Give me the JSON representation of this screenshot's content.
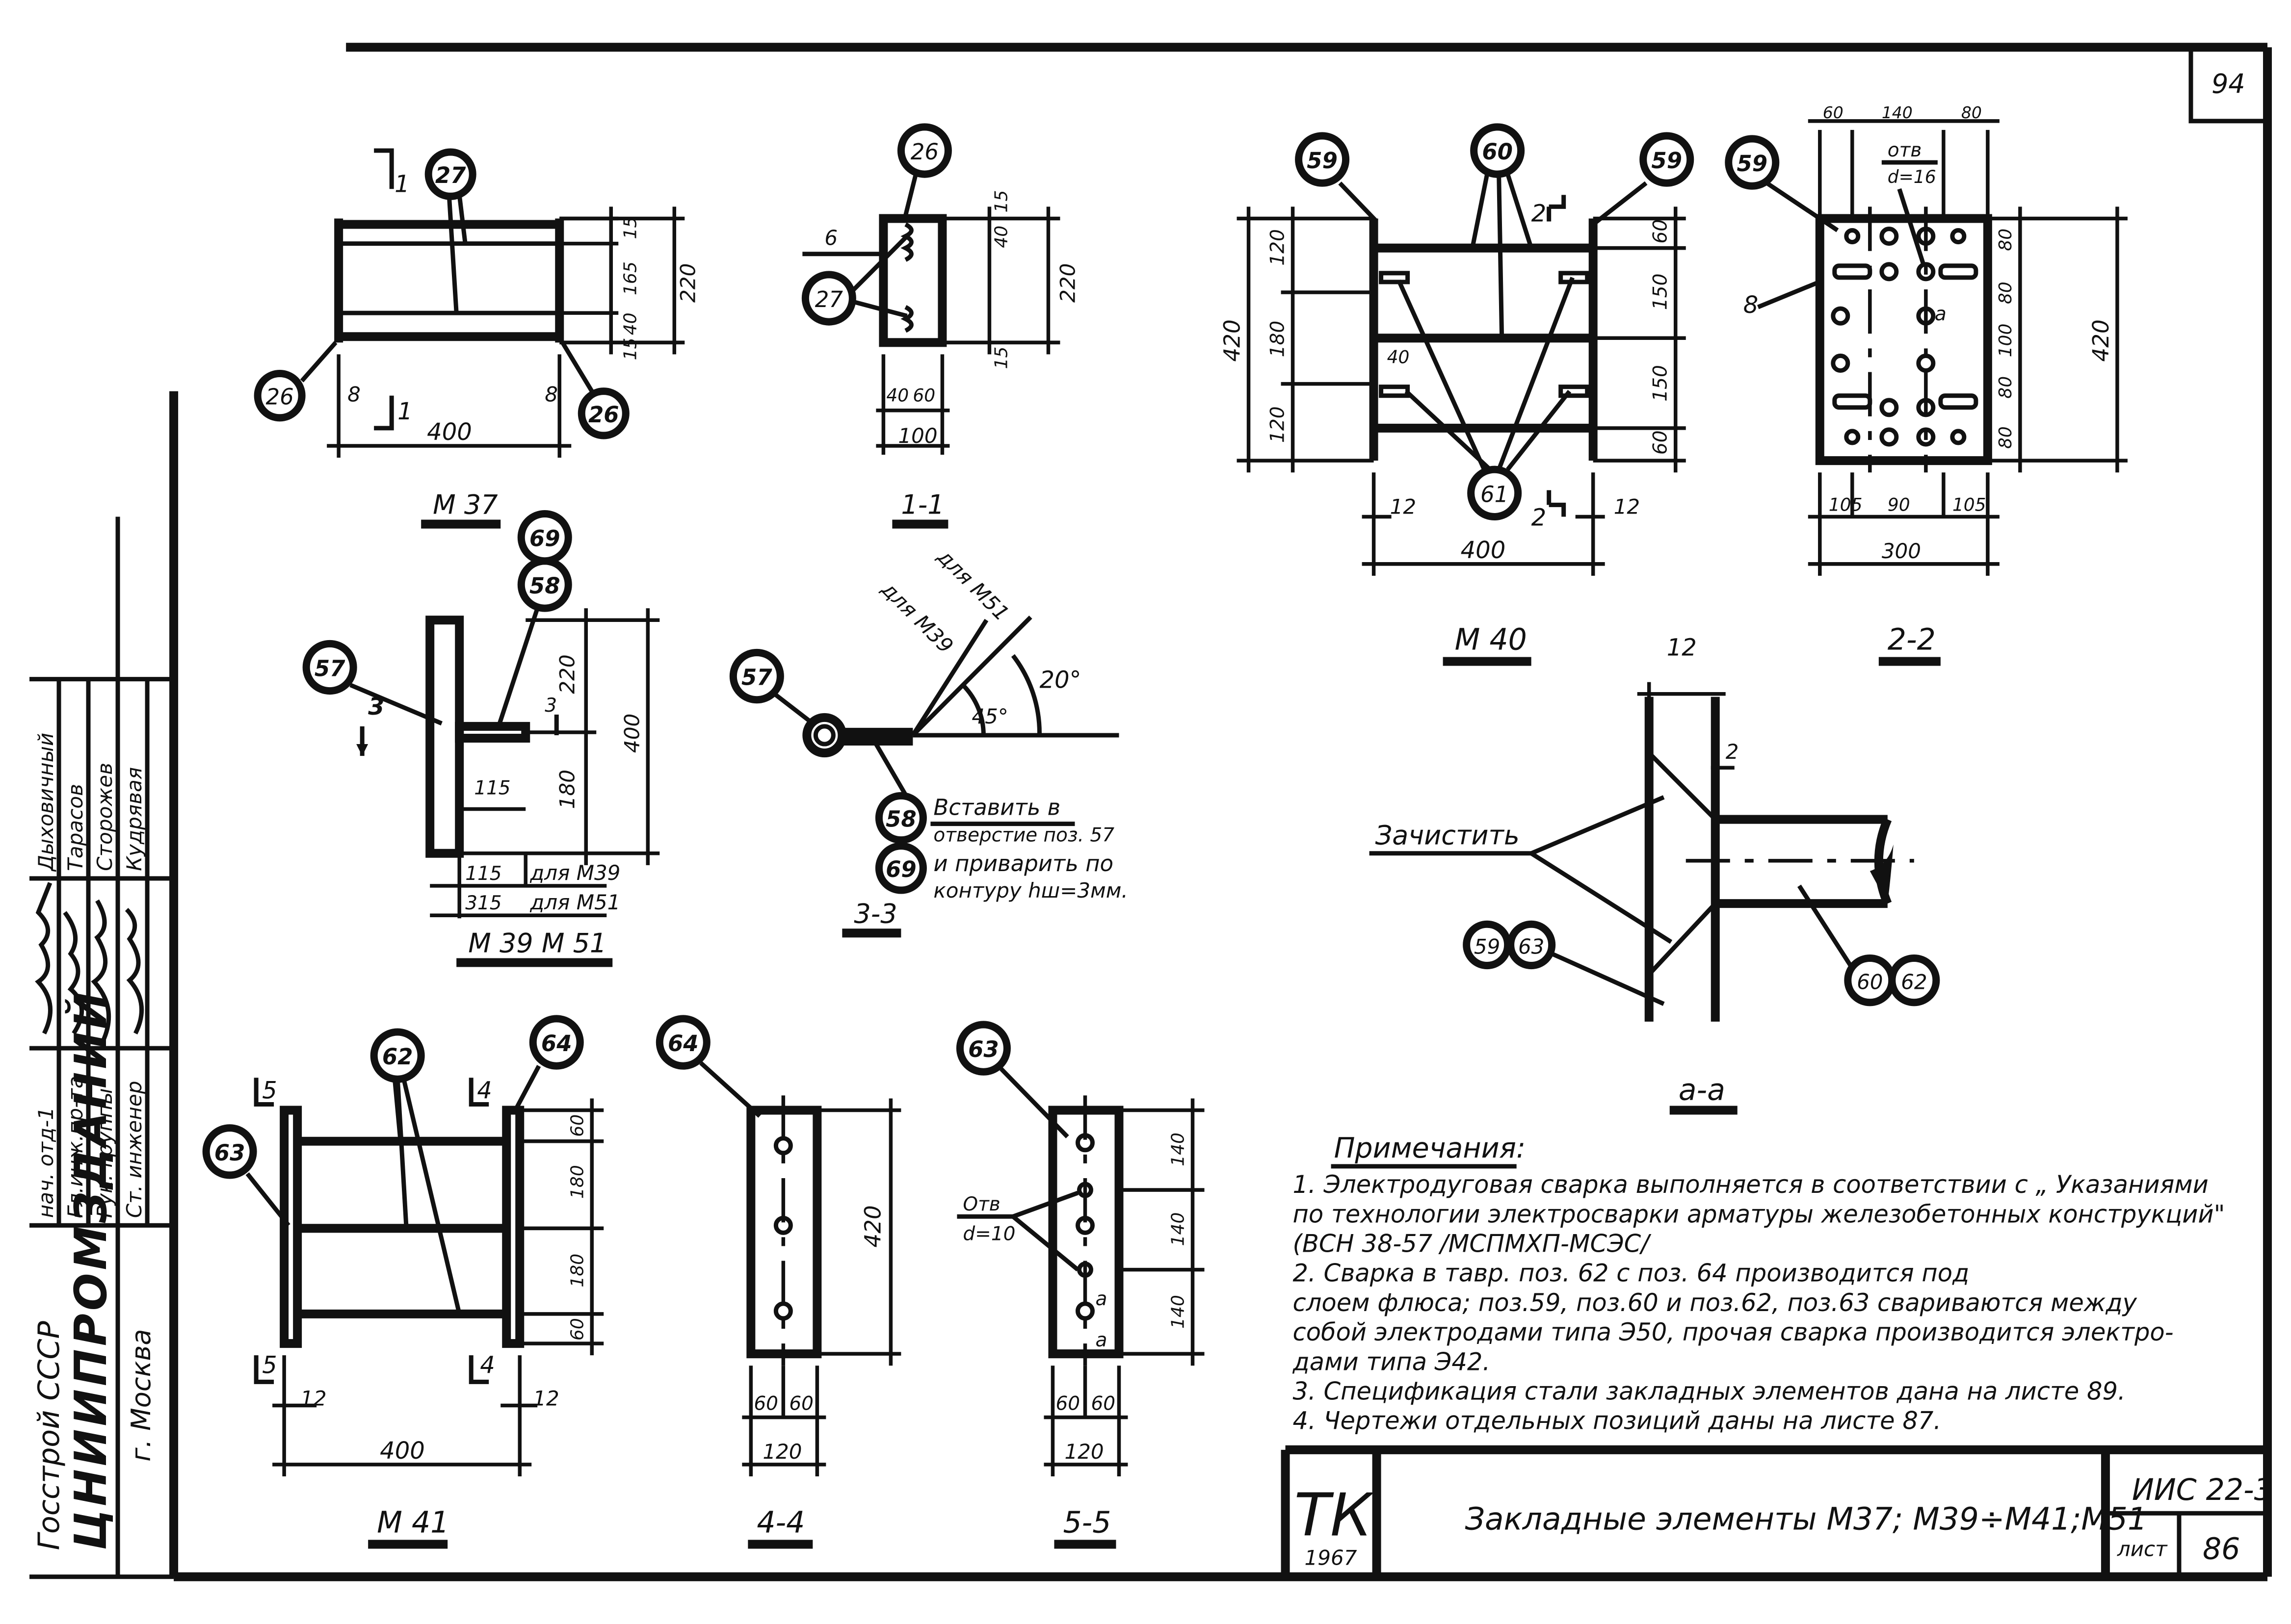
{
  "sheet": {
    "page_number": "94"
  },
  "side_stamp": {
    "org_line1": "Госстрой СССР",
    "org_line2": "ЦНИИПРОМЗДАНИЙ",
    "org_line3": "г. Москва",
    "roles": [
      "нач. отд-1",
      "Гл.инж.пр-та",
      "Рук. группы",
      "Ст. инженер"
    ],
    "names": [
      "Дыховичный",
      "Тарасов",
      "Сторожев",
      "Кудрявая"
    ]
  },
  "views": {
    "m37_plan": {
      "dims": [
        "15",
        "165",
        "40",
        "15",
        "220",
        "400"
      ],
      "callouts": [
        "27",
        "26",
        "26"
      ],
      "markers": [
        "1",
        "1",
        "8",
        "8"
      ]
    },
    "section_1_1": {
      "dims": [
        "15",
        "40",
        "15",
        "220",
        "40",
        "60",
        "100"
      ],
      "callouts": [
        "26",
        "27"
      ],
      "marker": "6",
      "title": "1-1"
    },
    "m37_title": "М 37",
    "m39_m51": {
      "dims": [
        "220",
        "180",
        "400",
        "115",
        "115",
        "315"
      ],
      "callouts": [
        "57",
        "58",
        "69"
      ],
      "markers": [
        "3",
        "3"
      ],
      "rows": [
        "для М39",
        "для М51"
      ],
      "title": "М 39  М 51"
    },
    "section_3_3": {
      "labels": [
        "для М51",
        "для М39"
      ],
      "angles": [
        "45°",
        "20°"
      ],
      "callouts": [
        "57",
        "58",
        "69"
      ],
      "note_lines": [
        "Вставить в",
        "отверстие поз. 57",
        "и приварить по",
        "контуру  hш=3мм."
      ],
      "title": "3-3"
    },
    "m40": {
      "dims_left": [
        "120",
        "180",
        "120",
        "420"
      ],
      "dims_right": [
        "60",
        "150",
        "150",
        "60"
      ],
      "dims_bottom": [
        "12",
        "12",
        "400"
      ],
      "inner": "40",
      "callouts": [
        "59",
        "60",
        "59",
        "61"
      ],
      "markers": [
        "2",
        "2"
      ],
      "title": "М 40"
    },
    "section_2_2": {
      "dims_top": [
        "60",
        "140",
        "80"
      ],
      "hole_label": [
        "отв",
        "d=16"
      ],
      "dims_right": [
        "80",
        "80",
        "100",
        "80",
        "80"
      ],
      "dim_height": "420",
      "dims_bottom": [
        "105",
        "90",
        "105"
      ],
      "dim_width": "300",
      "marker": "8",
      "callout": "59",
      "hole_letter": "a",
      "title": "2-2"
    },
    "section_a_a": {
      "dim_top": "12",
      "dim_small": "2",
      "clean_label": "Зачистить",
      "callouts_left": [
        "59",
        "63"
      ],
      "callouts_right": [
        "60",
        "62"
      ],
      "title": "а-а"
    },
    "m41": {
      "dims_right": [
        "60",
        "180",
        "180",
        "60"
      ],
      "dims_bottom": [
        "12",
        "12",
        "400"
      ],
      "callouts": [
        "62",
        "64",
        "63"
      ],
      "markers": [
        "5",
        "4",
        "5",
        "4"
      ],
      "title": "М 41"
    },
    "section_4_4": {
      "dim": "420",
      "dims_bottom": [
        "60",
        "60",
        "120"
      ],
      "callout": "64",
      "title": "4-4"
    },
    "section_5_5": {
      "dims_right": [
        "140",
        "140",
        "140"
      ],
      "hole_label": [
        "Отв",
        "d=10"
      ],
      "dims_bottom": [
        "60",
        "60",
        "120"
      ],
      "callout": "63",
      "letters": [
        "а",
        "а"
      ],
      "title": "5-5"
    }
  },
  "notes": {
    "heading": "Примечания:",
    "lines": [
      "1.  Электродуговая сварка выполняется в соответствии с „ Указаниями",
      "     по технологии электросварки арматуры железобетонных конструкций\"",
      "     (ВСН 38-57  /МСПМХП-МСЭС/",
      "2.   Сварка в тавр. поз. 62 с поз. 64 производится под",
      "      слоем флюса; поз.59, поз.60 и поз.62, поз.63 свариваются между",
      "      собой электродами типа Э50, прочая сварка производится электро-",
      "      дами типа Э42.",
      "3.  Спецификация стали закладных элементов дана на листе 89.",
      "4.                      Чертежи отдельных позиций даны на листе 87."
    ]
  },
  "title_block": {
    "logo": "ТК",
    "year": "1967",
    "title": "Закладные элементы М37; М39÷М41;М51",
    "series": "ИИС 22-3",
    "sheet_label": "лист",
    "sheet_number": "86"
  }
}
